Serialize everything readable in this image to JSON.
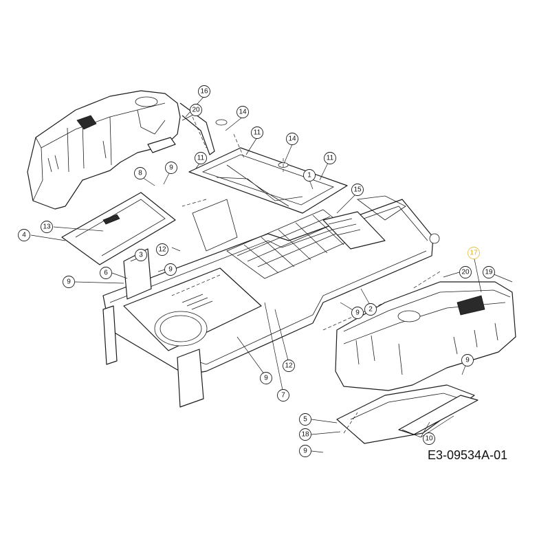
{
  "drawing_number": "E3-09534A-01",
  "highlight_color": "#e7c448",
  "callouts": [
    {
      "id": "c16",
      "label": "16"
    },
    {
      "id": "c20a",
      "label": "20"
    },
    {
      "id": "c14a",
      "label": "14"
    },
    {
      "id": "c11a",
      "label": "11"
    },
    {
      "id": "c14b",
      "label": "14"
    },
    {
      "id": "c11b",
      "label": "11"
    },
    {
      "id": "c11c",
      "label": "11"
    },
    {
      "id": "c1",
      "label": "1"
    },
    {
      "id": "c8",
      "label": "8"
    },
    {
      "id": "c9a",
      "label": "9"
    },
    {
      "id": "c15",
      "label": "15"
    },
    {
      "id": "c13",
      "label": "13"
    },
    {
      "id": "c4",
      "label": "4"
    },
    {
      "id": "c12a",
      "label": "12"
    },
    {
      "id": "c3",
      "label": "3"
    },
    {
      "id": "c9b",
      "label": "9"
    },
    {
      "id": "c6",
      "label": "6"
    },
    {
      "id": "c9c",
      "label": "9"
    },
    {
      "id": "c17",
      "label": "17"
    },
    {
      "id": "c20b",
      "label": "20"
    },
    {
      "id": "c19",
      "label": "19"
    },
    {
      "id": "c2",
      "label": "2"
    },
    {
      "id": "c9d",
      "label": "9"
    },
    {
      "id": "c9e",
      "label": "9"
    },
    {
      "id": "c12b",
      "label": "12"
    },
    {
      "id": "c7",
      "label": "7"
    },
    {
      "id": "c9f",
      "label": "9"
    },
    {
      "id": "c5",
      "label": "5"
    },
    {
      "id": "c18",
      "label": "18"
    },
    {
      "id": "c9g",
      "label": "9"
    },
    {
      "id": "c10",
      "label": "10"
    }
  ]
}
